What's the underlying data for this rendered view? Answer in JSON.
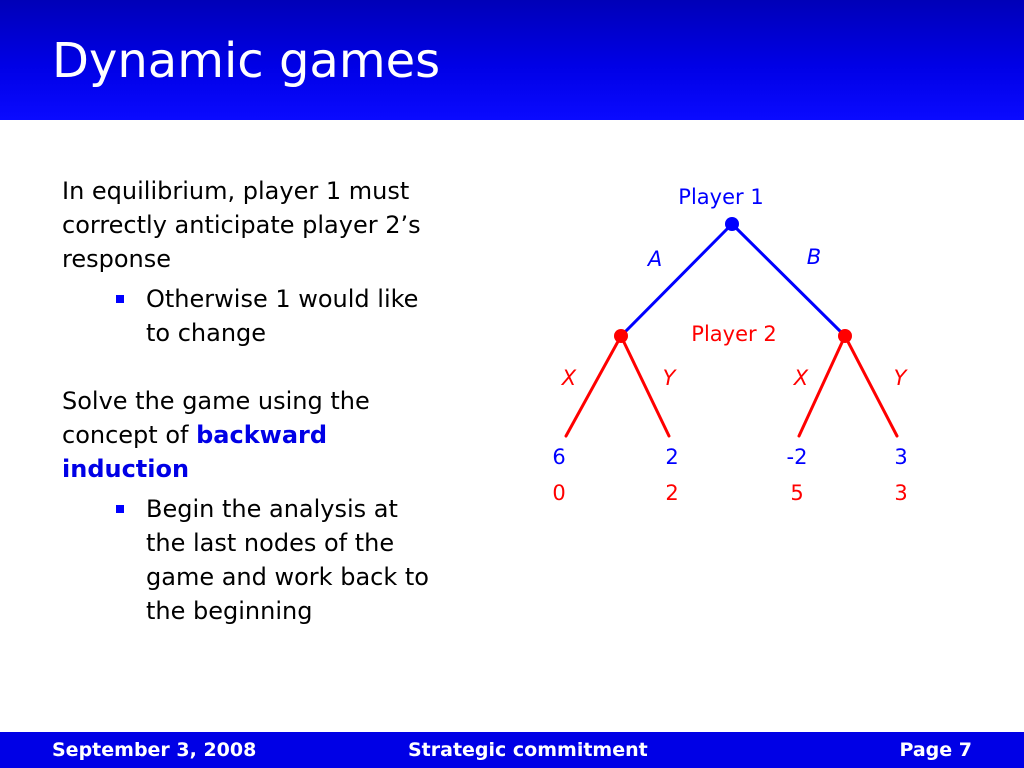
{
  "slide": {
    "title": "Dynamic games"
  },
  "content": {
    "para1": " In equilibrium, player 1 must correctly anticipate player 2’s response",
    "sub1": "Otherwise 1 would like to change",
    "para2_pre": " Solve the game using the concept of ",
    "para2_em": "backward induction",
    "sub2": "Begin the analysis at the last nodes of the game and work back to the beginning"
  },
  "tree": {
    "player1": "Player 1",
    "player2": "Player 2",
    "move_a": "A",
    "move_b": "B",
    "left_x": "X",
    "left_y": "Y",
    "right_x": "X",
    "right_y": "Y",
    "payoffs_p1": [
      "6",
      "2",
      "-2",
      "3"
    ],
    "payoffs_p2": [
      "0",
      "2",
      "5",
      "3"
    ],
    "colors": {
      "player1": "#0000ff",
      "player2": "#ff0000"
    }
  },
  "footer": {
    "date": "September 3, 2008",
    "topic": "Strategic commitment",
    "page": "Page 7"
  }
}
